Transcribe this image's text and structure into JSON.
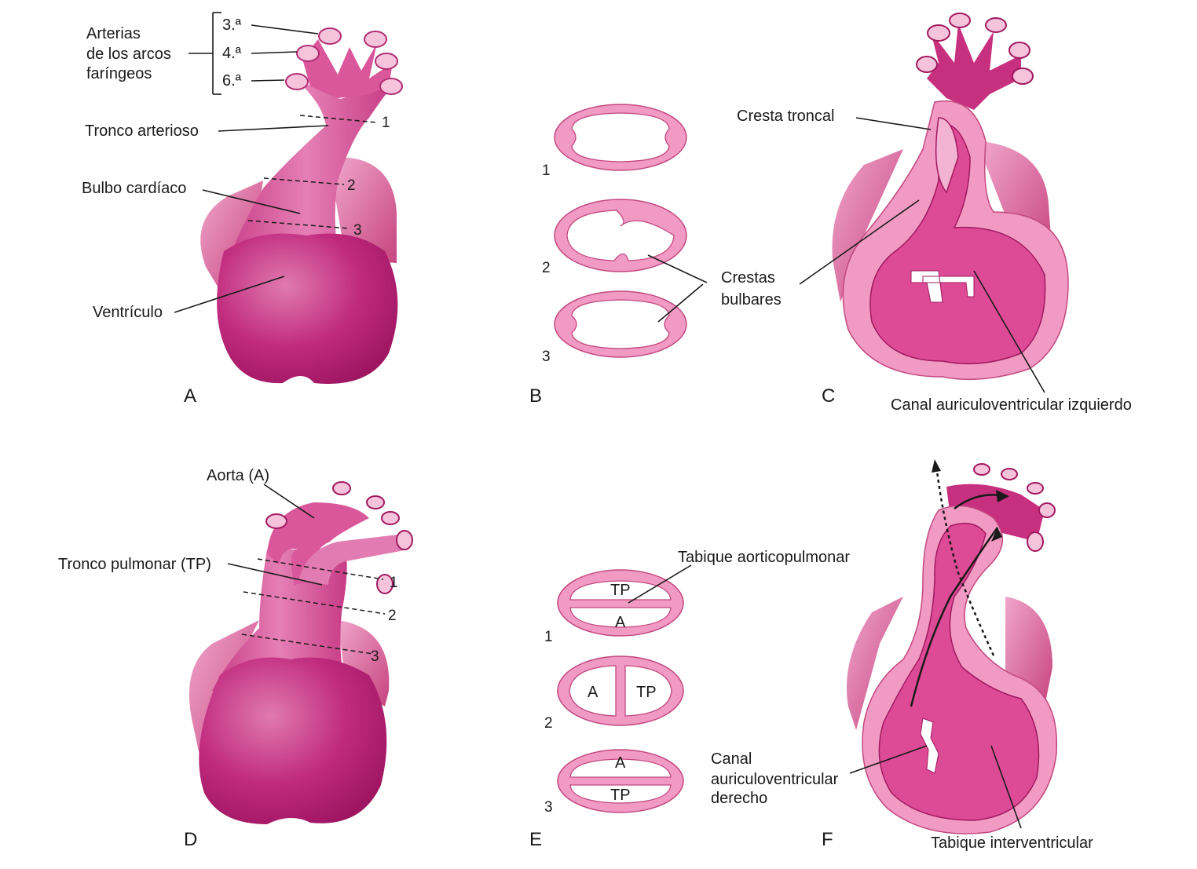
{
  "colors": {
    "heart_dark": "#b5196f",
    "heart_mid": "#d04a92",
    "heart_light": "#e889b9",
    "wall_pink": "#f19ac3",
    "outline": "#c2487f"
  },
  "panels": {
    "a": {
      "letter": "A",
      "arches_title_1": "Arterias",
      "arches_title_2": "de los arcos",
      "arches_title_3": "faríngeos",
      "arch_3": "3.ª",
      "arch_4": "4.ª",
      "arch_6": "6.ª",
      "truncus": "Tronco arterioso",
      "bulbus": "Bulbo cardíaco",
      "ventricle": "Ventrículo",
      "cut_1": "1",
      "cut_2": "2",
      "cut_3": "3"
    },
    "b": {
      "letter": "B",
      "section_1": "1",
      "section_2": "2",
      "section_3": "3"
    },
    "c": {
      "letter": "C",
      "truncal_ridge": "Cresta troncal",
      "bulbar_ridges_1": "Crestas",
      "bulbar_ridges_2": "bulbares",
      "left_av_canal": "Canal auriculoventricular izquierdo"
    },
    "d": {
      "letter": "D",
      "aorta": "Aorta (A)",
      "pulmonary_trunk": "Tronco pulmonar (TP)",
      "cut_1": "1",
      "cut_2": "2",
      "cut_3": "3"
    },
    "e": {
      "letter": "E",
      "septum": "Tabique aorticopulmonar",
      "section_1": "1",
      "section_2": "2",
      "section_3": "3",
      "s1_top": "TP",
      "s1_bottom": "A",
      "s2_left": "A",
      "s2_right": "TP",
      "s3_top": "A",
      "s3_bottom": "TP"
    },
    "f": {
      "letter": "F",
      "right_av_canal_1": "Canal",
      "right_av_canal_2": "auriculoventricular",
      "right_av_canal_3": "derecho",
      "interventricular_septum": "Tabique interventricular"
    }
  }
}
